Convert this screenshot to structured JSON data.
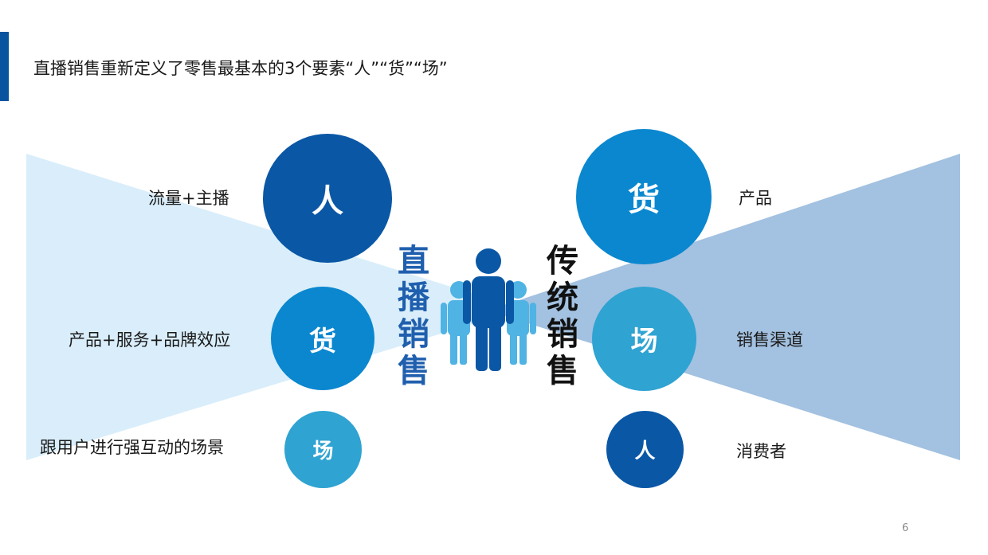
{
  "header": {
    "title": "直播销售重新定义了零售最基本的3个要素“人”“货”“场”"
  },
  "left": {
    "heading": [
      "直",
      "播",
      "销",
      "售"
    ],
    "circles": [
      {
        "text": "人",
        "label": "流量+主播"
      },
      {
        "text": "货",
        "label": "产品+服务+品牌效应"
      },
      {
        "text": "场",
        "label": "跟用户进行强互动的场景"
      }
    ]
  },
  "right": {
    "heading": [
      "传",
      "统",
      "销",
      "售"
    ],
    "circles": [
      {
        "text": "货",
        "label": "产品"
      },
      {
        "text": "场",
        "label": "销售渠道"
      },
      {
        "text": "人",
        "label": "消费者"
      }
    ]
  },
  "footer": {
    "page_number": "6"
  },
  "colors": {
    "accent": "#08549e",
    "dark_blue": "#0a57a6",
    "mid_blue": "#0a87cf",
    "light_blue": "#2fa3d2",
    "left_fan": "#d9eefa",
    "right_fan": "#a3c1e0",
    "left_heading": "#1f5fae",
    "right_heading": "#111111"
  }
}
